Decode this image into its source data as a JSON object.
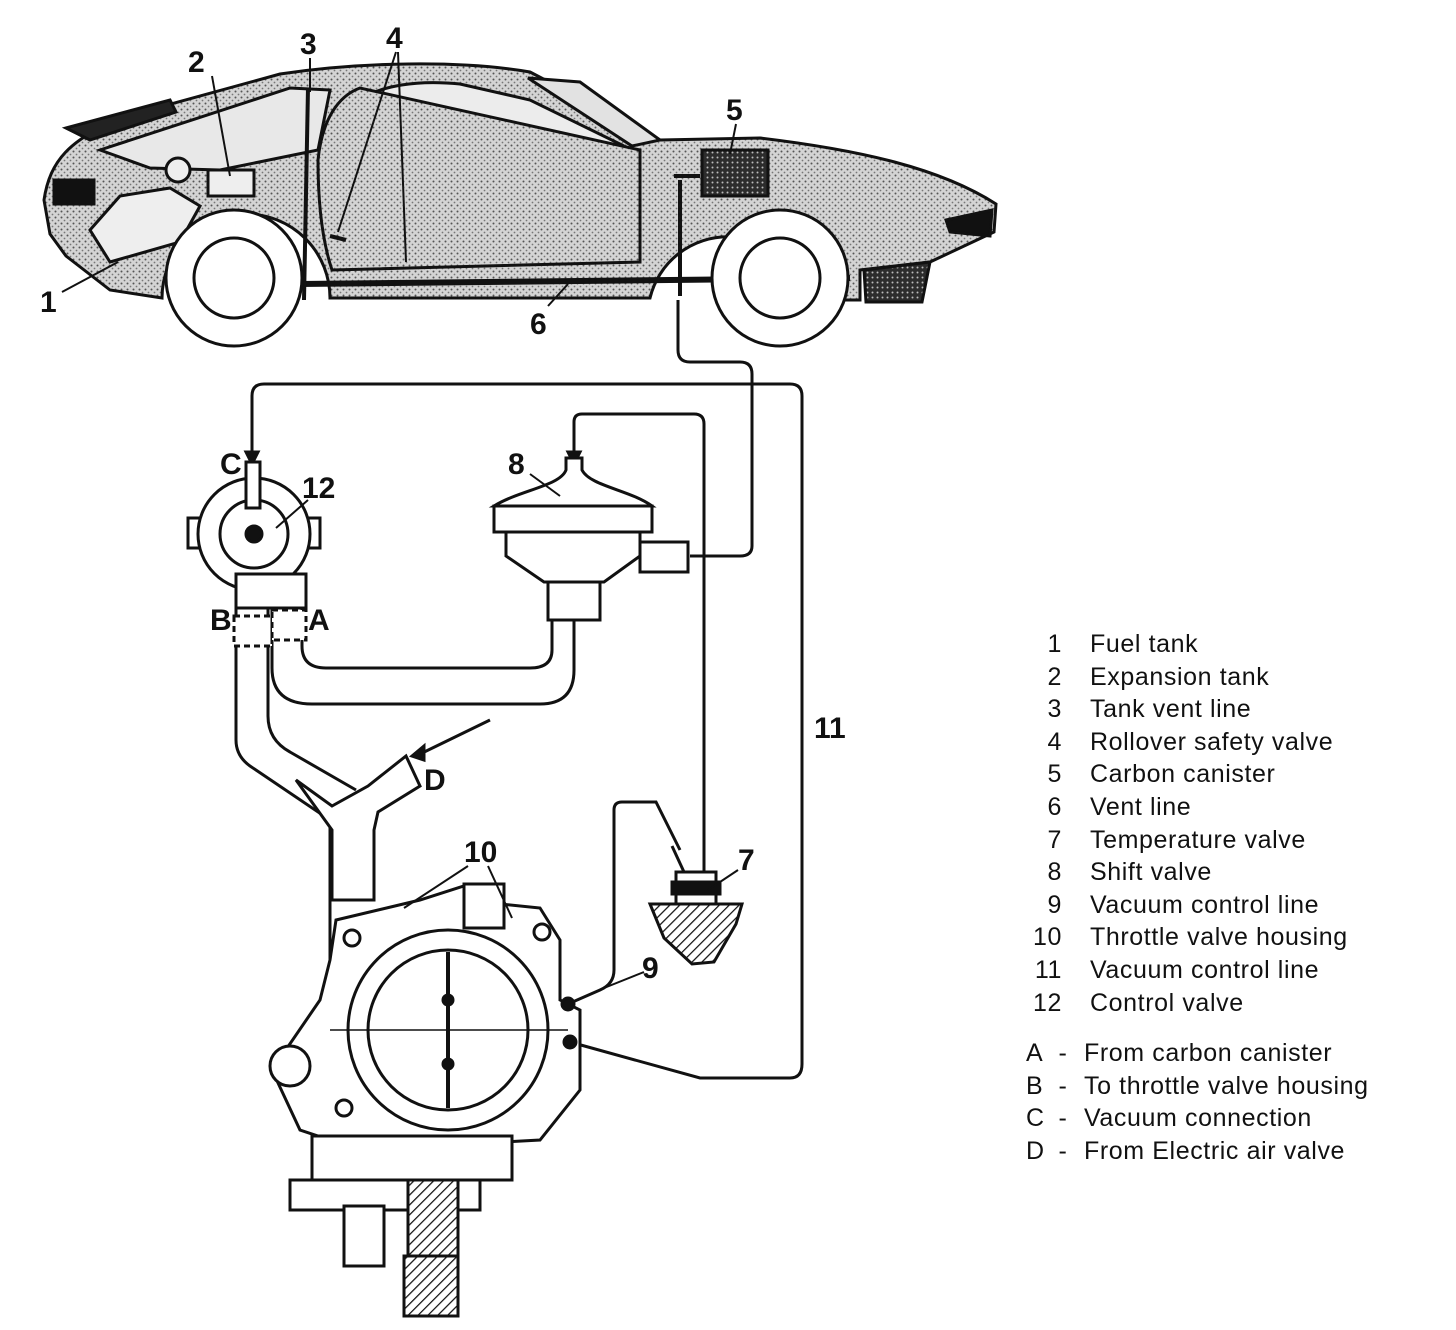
{
  "callouts": {
    "c1": "1",
    "c2": "2",
    "c3": "3",
    "c4": "4",
    "c5": "5",
    "c6": "6",
    "c7": "7",
    "c8": "8",
    "c9": "9",
    "c10": "10",
    "c11": "11",
    "c12": "12",
    "cA": "A",
    "cB": "B",
    "cC": "C",
    "cD": "D"
  },
  "legend": {
    "numbered": [
      {
        "num": "1",
        "label": "Fuel tank"
      },
      {
        "num": "2",
        "label": "Expansion tank"
      },
      {
        "num": "3",
        "label": "Tank vent line"
      },
      {
        "num": "4",
        "label": "Rollover safety valve"
      },
      {
        "num": "5",
        "label": "Carbon canister"
      },
      {
        "num": "6",
        "label": "Vent line"
      },
      {
        "num": "7",
        "label": "Temperature valve"
      },
      {
        "num": "8",
        "label": "Shift valve"
      },
      {
        "num": "9",
        "label": "Vacuum control line"
      },
      {
        "num": "10",
        "label": "Throttle valve housing"
      },
      {
        "num": "11",
        "label": "Vacuum control line"
      },
      {
        "num": "12",
        "label": "Control valve"
      }
    ],
    "lettered": [
      {
        "letter": "A",
        "dash": "-",
        "label": "From carbon canister"
      },
      {
        "letter": "B",
        "dash": "-",
        "label": "To throttle valve housing"
      },
      {
        "letter": "C",
        "dash": "-",
        "label": "Vacuum connection"
      },
      {
        "letter": "D",
        "dash": "-",
        "label": "From Electric air valve"
      }
    ]
  },
  "colors": {
    "ink": "#111111",
    "body_fill": "#bdbdbd",
    "canister_fill": "#3a3a3a"
  }
}
